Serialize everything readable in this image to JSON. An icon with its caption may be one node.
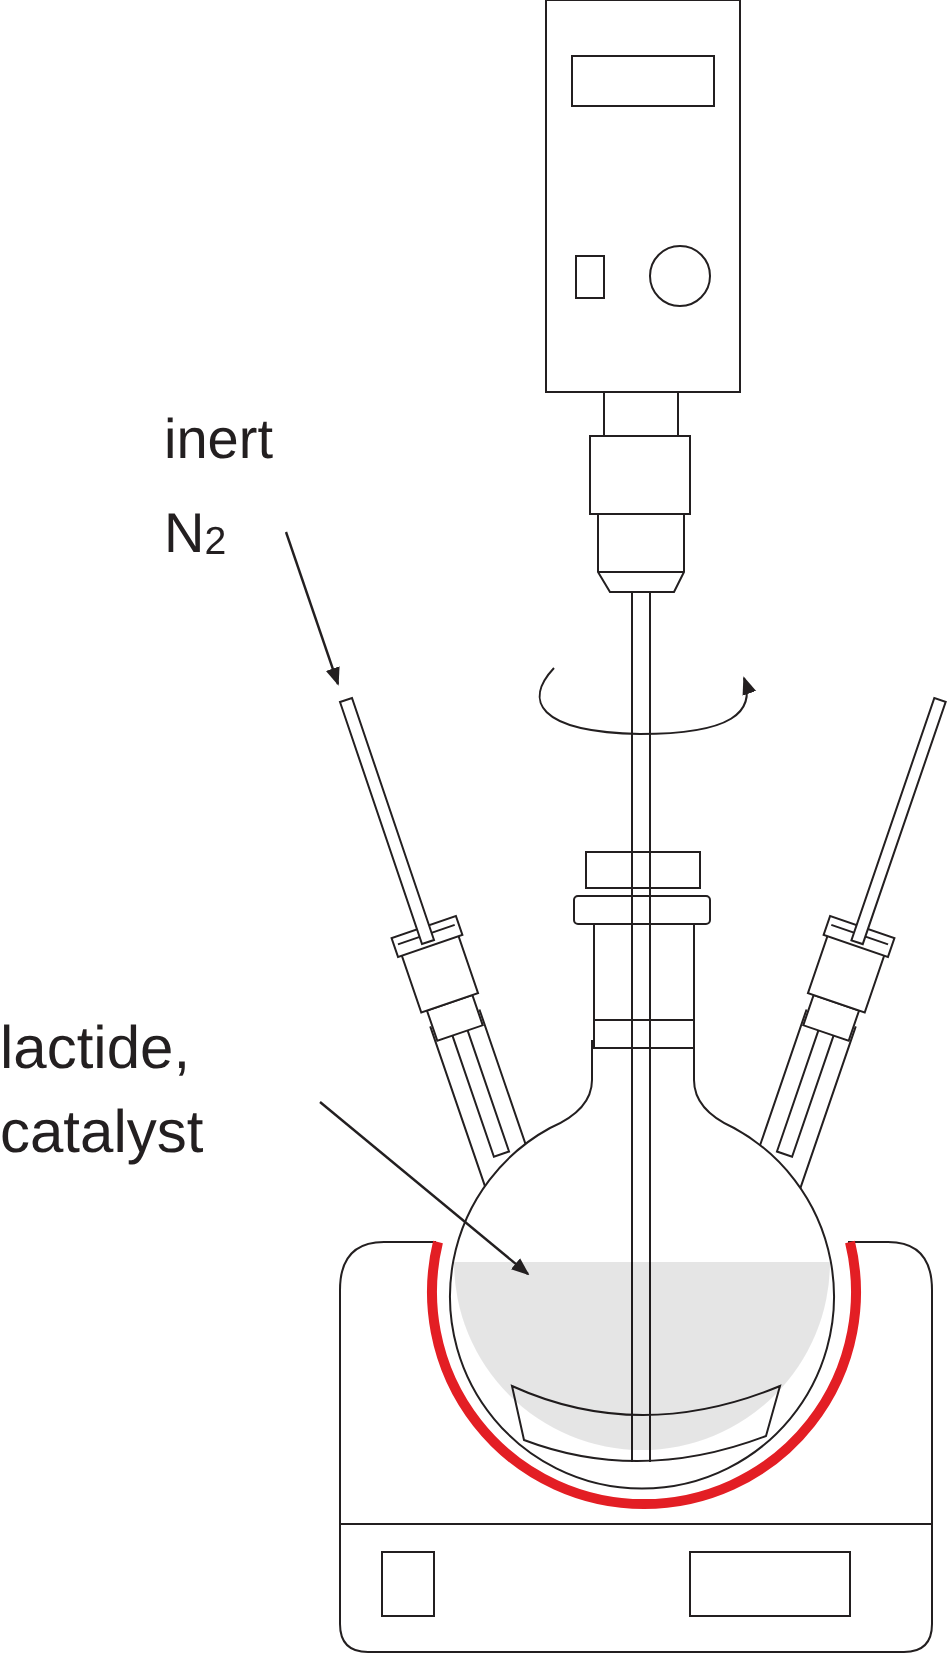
{
  "diagram": {
    "nodes": [
      {
        "text": [
          "inert N$_{2}$"
        ]
      },
      {
        "text": [
          "lactide, catalyst"
        ]
      },
      {
        "text": [],
        "shape": "picture"
      },
      {
        "text": [],
        "shape": "picture"
      }
    ],
    "edges": [
      {
        "from": 0,
        "to": 2,
        "arrow": "to"
      },
      {
        "from": 1,
        "to": 3,
        "arrow": "to"
      }
    ]
  }
}
